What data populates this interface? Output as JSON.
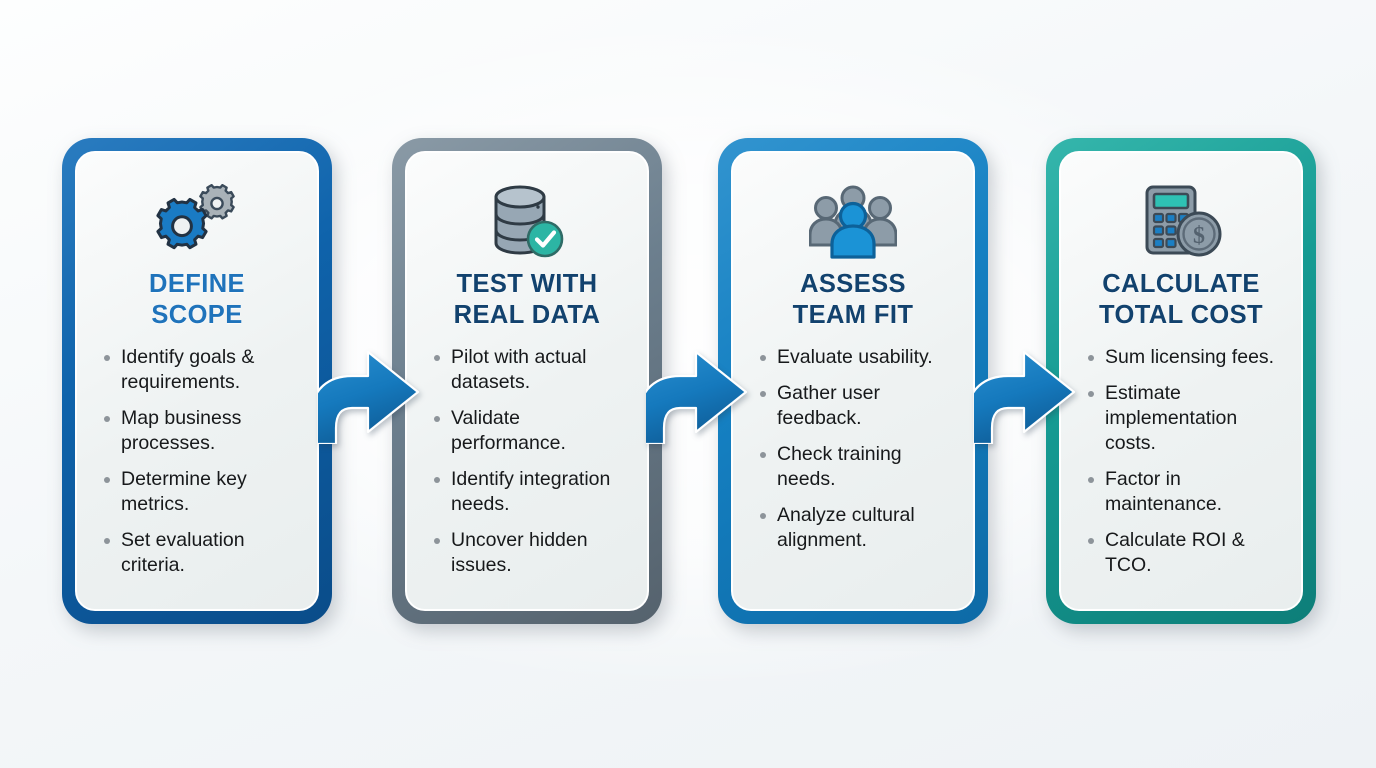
{
  "diagram": {
    "type": "process-flow",
    "orientation": "horizontal",
    "step_count": 4,
    "background_style": "light polygonal network pattern",
    "connector": {
      "icon": "curved-right-arrow-icon",
      "color": "#1579bd",
      "count": 3
    },
    "steps": [
      {
        "index": 1,
        "title": "DEFINE\nSCOPE",
        "title_line1": "DEFINE",
        "title_line2": "SCOPE",
        "icon": "gears-icon",
        "accent_color": "#0f63ab",
        "title_color": "#1f73bb",
        "bullets": [
          "Identify goals & requirements.",
          "Map business processes.",
          "Determine key metrics.",
          "Set evaluation criteria."
        ]
      },
      {
        "index": 2,
        "title": "TEST WITH\nREAL DATA",
        "title_line1": "TEST WITH",
        "title_line2": "REAL DATA",
        "icon": "database-check-icon",
        "accent_color": "#6c7f8e",
        "title_color": "#12426e",
        "bullets": [
          "Pilot with actual datasets.",
          "Validate performance.",
          "Identify integration needs.",
          "Uncover hidden issues."
        ]
      },
      {
        "index": 3,
        "title": "ASSESS\nTEAM FIT",
        "title_line1": "ASSESS",
        "title_line2": "TEAM FIT",
        "icon": "people-group-icon",
        "accent_color": "#1580c2",
        "title_color": "#12426e",
        "bullets": [
          "Evaluate usability.",
          "Gather user feedback.",
          "Check training needs.",
          "Analyze cultural alignment."
        ]
      },
      {
        "index": 4,
        "title": "CALCULATE\nTOTAL COST",
        "title_line1": "CALCULATE",
        "title_line2": "TOTAL COST",
        "icon": "calculator-coin-icon",
        "accent_color": "#169b93",
        "title_color": "#12426e",
        "bullets": [
          "Sum licensing fees.",
          "Estimate implementation costs.",
          "Factor in maintenance.",
          "Calculate ROI & TCO."
        ]
      }
    ]
  }
}
